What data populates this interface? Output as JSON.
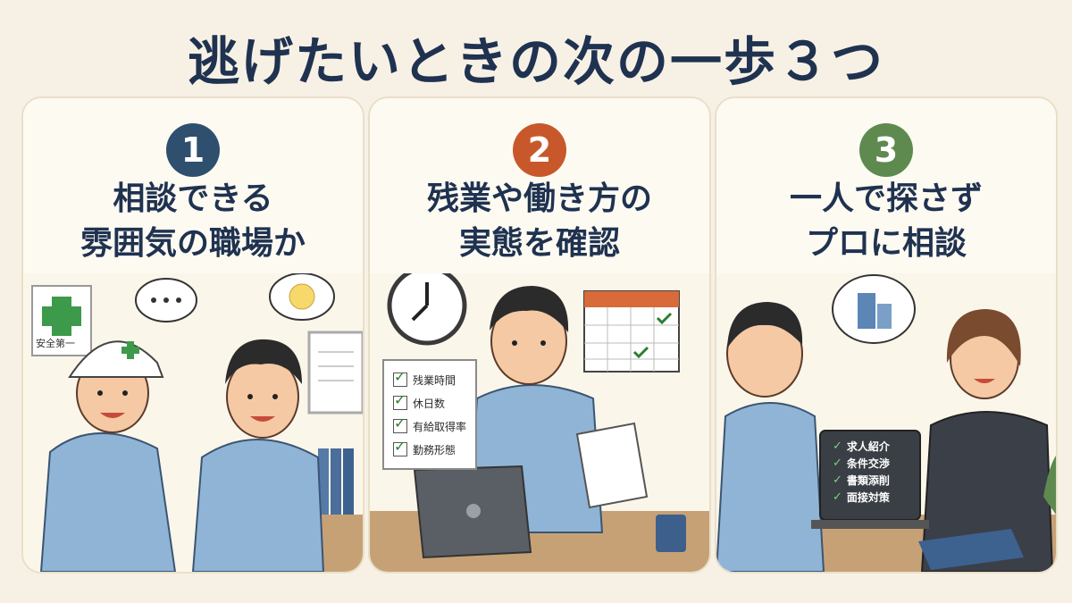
{
  "title": "逃げたいときの次の一歩３つ",
  "colors": {
    "step1": "#2f4f6f",
    "step2": "#c8582b",
    "step3": "#5e8a4f",
    "title": "#1f3250"
  },
  "cards": [
    {
      "number": "1",
      "heading_line1": "相談できる",
      "heading_line2": "雰囲気の職場か",
      "sign_text": "安全第一"
    },
    {
      "number": "2",
      "heading_line1": "残業や働き方の",
      "heading_line2": "実態を確認",
      "checklist": [
        "残業時間",
        "休日数",
        "有給取得率",
        "勤務形態"
      ]
    },
    {
      "number": "3",
      "heading_line1": "一人で探さず",
      "heading_line2": "プロに相談",
      "services": [
        "求人紹介",
        "条件交渉",
        "書類添削",
        "面接対策"
      ]
    }
  ]
}
